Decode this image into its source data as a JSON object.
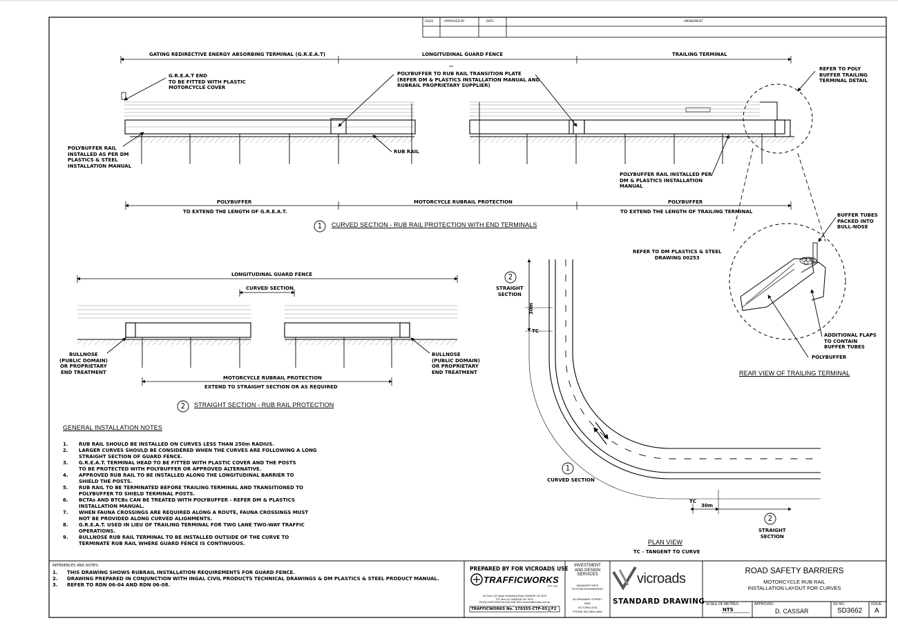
{
  "amendment_header": {
    "issue": "ISSUE",
    "approved_by": "APPROVED BY",
    "date": "DATE",
    "amendment": "AMENDMENT"
  },
  "curved_elevation": {
    "top_dims": [
      "GATING REDIRECTIVE ENERGY ABSORBING TERMINAL (G.R.E.A.T)",
      "LONGITUDINAL GUARD FENCE",
      "TRAILING TERMINAL"
    ],
    "callouts": {
      "great_end": "G.R.E.A.T END\nTO BE FITTED WITH PLASTIC\nMOTORCYCLE COVER",
      "transition": "POLYBUFFER TO RUB RAIL TRANSITION PLATE\n(REFER DM & PLASTICS INSTALLATION MANUAL AND\nRUBRAIL PROPRIETARY SUPPLIER)",
      "refer_poly": "REFER TO POLY\nBUFFER TRAILING\nTERMINAL DETAIL",
      "polybuffer_rail": "POLYBUFFER RAIL\nINSTALLED AS PER DM\nPLASTICS & STEEL\nINSTALLATION MANUAL",
      "rub_rail": "RUB RAIL",
      "polybuffer_rail_per": "POLYBUFFER RAIL INSTALLED PER\nDM & PLASTICS INSTALLATION\nMANUAL"
    },
    "bottom_dims": [
      {
        "top": "POLYBUFFER",
        "bottom": "TO EXTEND THE LENGTH OF G.R.E.A.T."
      },
      {
        "top": "MOTORCYCLE RUBRAIL PROTECTION",
        "bottom": ""
      },
      {
        "top": "POLYBUFFER",
        "bottom": "TO EXTEND THE LENGTH OF TRAILING TERMINAL"
      }
    ],
    "title_number": "1",
    "title": "CURVED SECTION - RUB RAIL PROTECTION WITH END TERMINALS"
  },
  "straight_elevation": {
    "top_dim": "LONGITUDINAL GUARD FENCE",
    "curved_section": "CURVED SECTION",
    "bullnose_left": "BULLNOSE\n(PUBLIC DOMAIN)\nOR PROPRIETARY\nEND TREATMENT",
    "bullnose_right": "BULLNOSE\n(PUBLIC DOMAIN)\nOR PROPRIETARY\nEND TREATMENT",
    "bottom_top": "MOTORCYCLE RUBRAIL PROTECTION",
    "bottom_sub": "EXTEND TO STRAIGHT SECTION OR AS REQUIRED",
    "title_number": "2",
    "title": "STRAIGHT SECTION - RUB RAIL PROTECTION"
  },
  "trailing_detail": {
    "refer_dm": "REFER TO DM PLASTICS & STEEL\nDRAWING 00253",
    "buffer_tubes": "BUFFER TUBES\nPACKED INTO\nBULL-NOSE",
    "additional_flaps": "ADDITIONAL FLAPS\nTO CONTAIN\nBUFFER TUBES",
    "polybuffer": "POLYBUFFER",
    "title": "REAR VIEW OF TRAILING TERMINAL"
  },
  "plan_view": {
    "straight_number": "2",
    "straight_label": "STRAIGHT\nSECTION",
    "dim_30m_v": "30m",
    "tc_left": "TC",
    "curved_number": "1",
    "curved_label": "CURVED SECTION",
    "tc_bottom": "TC",
    "dim_30m_h": "30m",
    "straight2_number": "2",
    "straight2_label": "STRAIGHT\nSECTION",
    "title": "PLAN VIEW",
    "subtitle": "TC - TANGENT TO CURVE"
  },
  "general_notes": {
    "heading": "GENERAL INSTALLATION NOTES",
    "items": [
      "RUB RAIL SHOULD BE INSTALLED ON CURVES LESS THAN 250m RADIUS.",
      "LARGER CURVES SHOULD BE CONSIDERED WHEN THE CURVES ARE FOLLOWING A LONG\nSTRAIGHT SECTION OF GUARD FENCE.",
      "G.R.E.A.T. TERMINAL HEAD TO BE FITTED WITH PLASTIC COVER AND THE POSTS\nTO BE PROTECTED WITH POLYBUFFER OR APPROVED ALTERNATIVE.",
      "APPROVED RUB RAIL TO BE INSTALLED ALONG THE LONGITUDINAL BARRIER TO\nSHIELD THE POSTS.",
      "RUB RAIL TO BE TERMINATED BEFORE TRAILING TERMINAL AND TRANSITIONED TO\nPOLYBUFFER TO SHIELD TERMINAL POSTS.",
      "BCTAs AND BTCBs CAN BE TREATED WITH POLYBUFFER - REFER DM & PLASTICS\nINSTALLATION MANUAL.",
      "WHEN FAUNA CROSSINGS ARE REQUIRED ALONG A ROUTE, FAUNA CROSSINGS MUST\nNOT BE PROVIDED ALONG CURVED ALIGNMENTS.",
      "G.R.E.A.T. USED IN LIEU OF TRAILING TERMINAL FOR TWO LANE TWO-WAY TRAFFIC\nOPERATIONS.",
      "BULLNOSE RUB RAIL TERMINAL TO BE INSTALLED OUTSIDE OF THE CURVE TO\nTERMINATE RUB RAIL WHERE GUARD FENCE IS CONTINUOUS."
    ]
  },
  "title_block": {
    "refs_heading": "REFERENCES AND NOTES:",
    "refs": [
      "THIS DRAWING SHOWS RUBRAIL INSTALLATION REQUIREMENTS FOR GUARD FENCE.",
      "DRAWING PREPARED IN CONJUNCTION WITH INGAL CIVIL PRODUCTS TECHNICAL DRAWINGS & DM PLASTICS & STEEL PRODUCT MANUAL.",
      "REFER TO RDN 06-04 AND RDN 06-08."
    ],
    "prepared_by": "PREPARED BY FOR VICROADS USE",
    "trafficworks": "TRAFFICWORKS",
    "tw_pty": "PTY LTD",
    "tw_address": "1st Floor 132 Upper Heidelberg Road IVANHOE VIC 3079\nP.O. Box 417 IVANHOE VIC 3079\nTel:(03) 9490 5900 Fax:(03) 9490 5910 www.trafficworks.com.au",
    "tw_number": "TRAFFICWORKS No. 170355-CTP-03",
    "tw_rev": "F2",
    "ids": "INVESTMENT\nAND DESIGN\nSERVICES",
    "manager": "MANAGER SAFE\nSYSTEM ENGINEERING",
    "address": "60 DENMARK STREET\nKEW\nVICTORIA 3101\nPHONE (03) 9854 2666",
    "vicroads": "vicroads",
    "standard_drawing": "STANDARD DRAWING",
    "main_title": "ROAD SAFETY BARRIERS",
    "sub_title": "MOTORCYCLE RUB RAIL\nINSTALLATION LAYOUT FOR CURVES",
    "scale_label": "SCALE OF METRES",
    "scale_value": "NTS",
    "approved_label": "APPROVED",
    "approved_value": "D. CASSAR",
    "sd_label": "SD NO.",
    "sd_value": "SD3662",
    "issue_label": "ISSUE",
    "issue_value": "A"
  }
}
